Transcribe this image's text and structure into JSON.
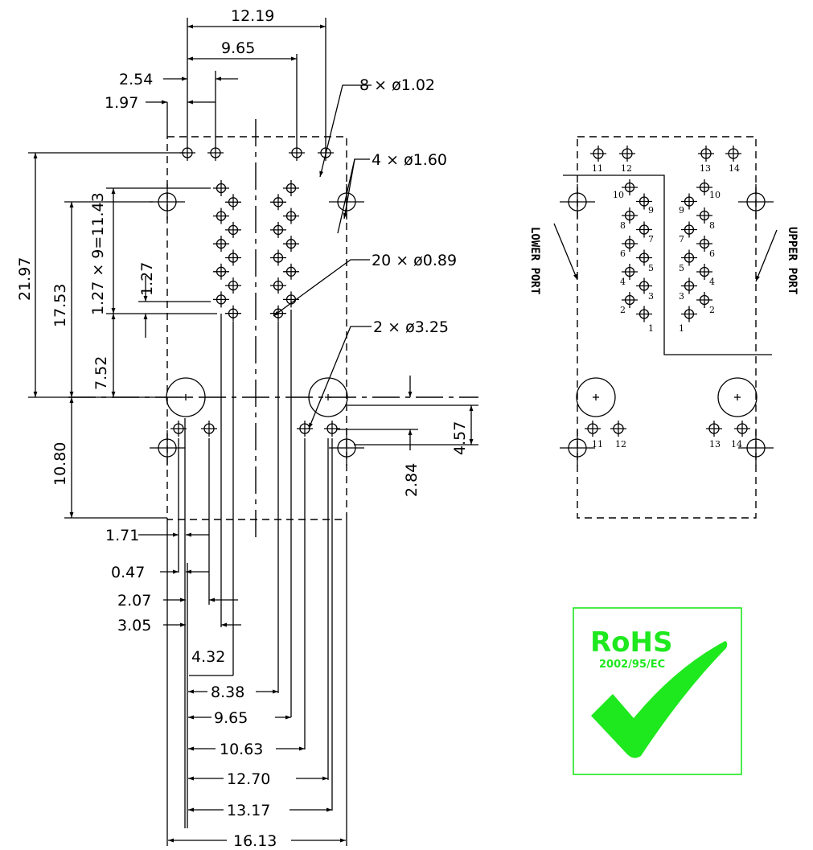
{
  "dimensions": {
    "d12_19": "12.19",
    "d9_65_top": "9.65",
    "d2_54": "2.54",
    "d1_97": "1.97",
    "d21_97": "21.97",
    "d17_53": "17.53",
    "d1_27x9": "1.27 × 9=11.43",
    "d1_27": "1.27",
    "d7_52": "7.52",
    "d10_80": "10.80",
    "d4_57": "4.57",
    "d2_84": "2.84",
    "d1_71": "1.71",
    "d0_47": "0.47",
    "d2_07": "2.07",
    "d3_05": "3.05",
    "d4_32": "4.32",
    "d8_38": "8.38",
    "d9_65_bot": "9.65",
    "d10_63": "10.63",
    "d12_70": "12.70",
    "d13_17": "13.17",
    "d16_13": "16.13"
  },
  "callouts": {
    "holes_1_02": "8 ×  ø1.02",
    "holes_1_60": "4 ×  ø1.60",
    "holes_0_89": "20 ×  ø0.89",
    "holes_3_25": "2 ×  ø3.25"
  },
  "ports": {
    "lower": "LOWER PORT",
    "upper": "UPPER PORT"
  },
  "pins": {
    "p1": "1",
    "p2": "2",
    "p3": "3",
    "p4": "4",
    "p5": "5",
    "p6": "6",
    "p7": "7",
    "p8": "8",
    "p9": "9",
    "p10": "10",
    "p11": "11",
    "p12": "12",
    "p13": "13",
    "p14": "14"
  },
  "rohs": {
    "title": "RoHS",
    "directive": "2002/95/EC",
    "color": "#1ee81e"
  }
}
